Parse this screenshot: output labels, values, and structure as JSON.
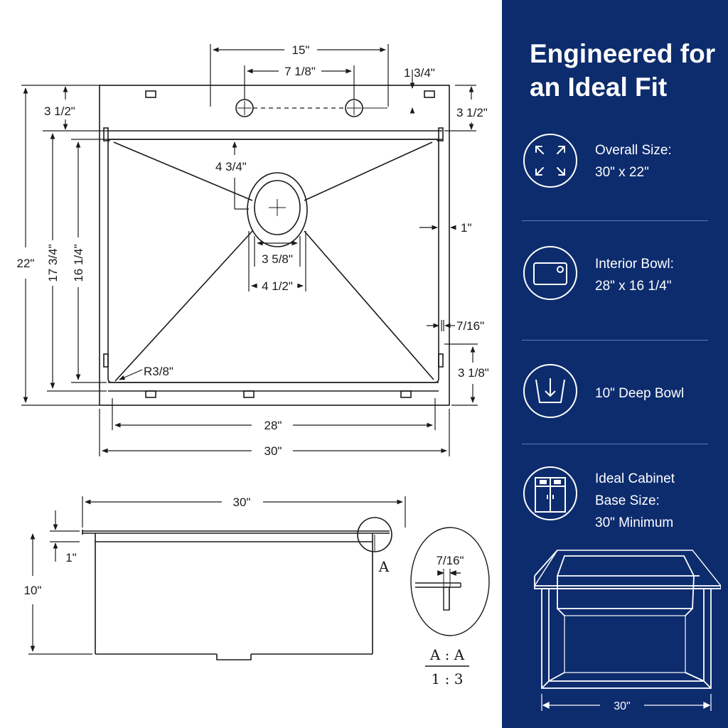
{
  "top_view": {
    "dims": {
      "faucet_span": "15\"",
      "hole_span": "7 1/8\"",
      "hole_offset": "1 3/4\"",
      "left_ledge": "3 1/2\"",
      "right_ledge": "3 1/2\"",
      "drain_offset": "4 3/4\"",
      "rim": "1\"",
      "drain_inner": "3 5/8\"",
      "drain_outer": "4 1/2\"",
      "flange": "7/16\"",
      "bottom_ledge": "3 1/8\"",
      "corner_radius": "R3/8\"",
      "overall_depth": "22\"",
      "bowl_outer_depth": "17 3/4\"",
      "bowl_depth": "16 1/4\"",
      "bowl_width": "28\"",
      "overall_width": "30\""
    }
  },
  "side_view": {
    "dims": {
      "width": "30\"",
      "rim": "1\"",
      "depth": "10\""
    },
    "section_label": "A"
  },
  "detail_view": {
    "dim": "7/16\"",
    "scale_top": "A : A",
    "scale_bottom": "1 : 3"
  },
  "panel": {
    "title": "Engineered for an Ideal Fit",
    "background": "#0d2c6e",
    "features": [
      {
        "icon": "expand-arrows-icon",
        "lines": [
          "Overall Size:",
          "30\" x 22\""
        ]
      },
      {
        "icon": "sink-basin-icon",
        "lines": [
          "Interior Bowl:",
          "28\" x 16 1/4\""
        ]
      },
      {
        "icon": "deep-bowl-arrow-icon",
        "lines": [
          "10\" Deep Bowl"
        ]
      },
      {
        "icon": "cabinet-icon",
        "lines": [
          "Ideal Cabinet",
          "Base Size:",
          "30\" Minimum"
        ]
      }
    ],
    "illustration_dim": "30\""
  }
}
